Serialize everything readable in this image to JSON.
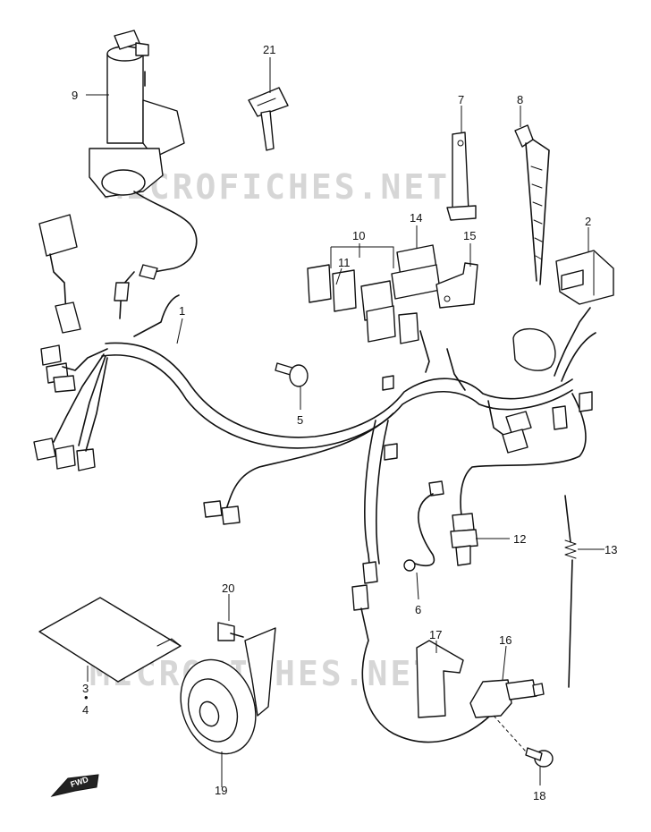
{
  "watermarks": {
    "top": "MICROFICHES.NET",
    "bottom": "MICROFICHES.NET"
  },
  "callouts": [
    {
      "id": "1",
      "label": "1"
    },
    {
      "id": "2",
      "label": "2"
    },
    {
      "id": "3",
      "label": "3"
    },
    {
      "id": "4",
      "label": "4"
    },
    {
      "id": "5",
      "label": "5"
    },
    {
      "id": "6",
      "label": "6"
    },
    {
      "id": "7",
      "label": "7"
    },
    {
      "id": "8",
      "label": "8"
    },
    {
      "id": "9",
      "label": "9"
    },
    {
      "id": "10",
      "label": "10"
    },
    {
      "id": "11",
      "label": "11"
    },
    {
      "id": "12",
      "label": "12"
    },
    {
      "id": "13",
      "label": "13"
    },
    {
      "id": "14",
      "label": "14"
    },
    {
      "id": "15",
      "label": "15"
    },
    {
      "id": "16",
      "label": "16"
    },
    {
      "id": "17",
      "label": "17"
    },
    {
      "id": "18",
      "label": "18"
    },
    {
      "id": "19",
      "label": "19"
    },
    {
      "id": "20",
      "label": "20"
    },
    {
      "id": "21",
      "label": "21"
    }
  ],
  "labels": {
    "c3_dot": "•",
    "fwd": "FWD"
  }
}
